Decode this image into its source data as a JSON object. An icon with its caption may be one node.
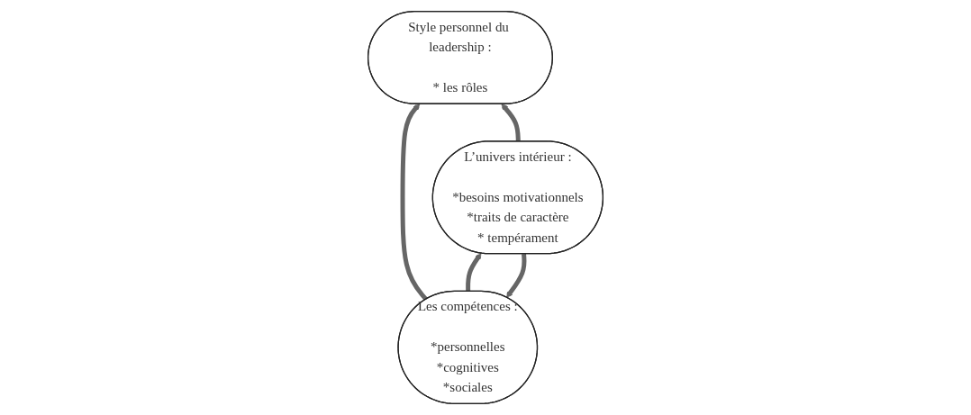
{
  "diagram": {
    "nodes": [
      {
        "text": [
          "Style personnel du leadership :",
          "* les rôles"
        ]
      },
      {
        "text": [
          "Les compétences :",
          "*personnelles",
          "*cognitives",
          "*sociales"
        ]
      },
      {
        "text": [
          "L’univers intérieur :",
          "*besoins motivationnels",
          "*traits de caractère",
          "* tempérament"
        ]
      }
    ],
    "edges": [
      {
        "from": 1,
        "to": 0,
        "arrow": "to"
      },
      {
        "from": 2,
        "to": 0,
        "arrow": "to"
      },
      {
        "from": 1,
        "to": 2,
        "arrow": "to"
      },
      {
        "from": 2,
        "to": 1,
        "arrow": "to"
      }
    ]
  }
}
